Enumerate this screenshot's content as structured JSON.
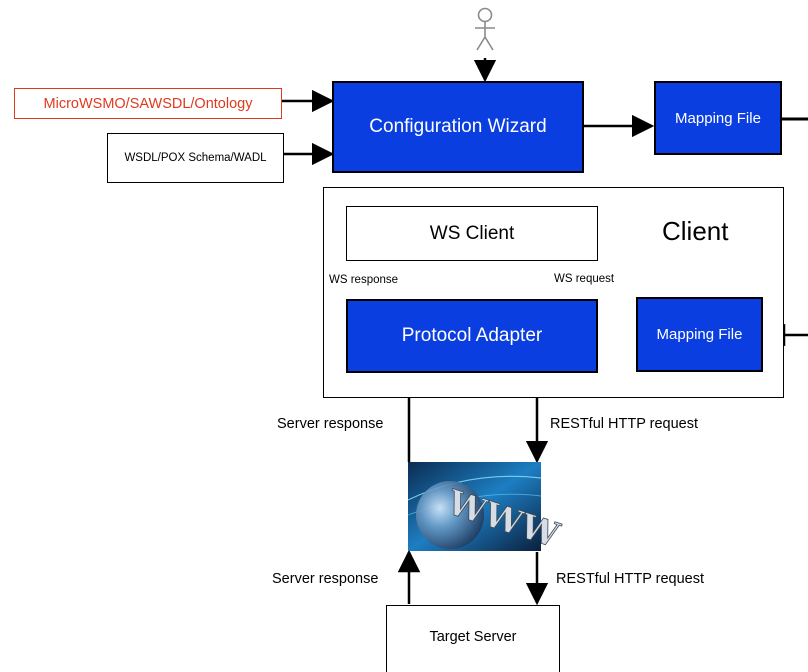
{
  "inputs": {
    "semantic": "MicroWSMO/SAWSDL/Ontology",
    "schema": "WSDL/POX Schema/WADL"
  },
  "wizard": "Configuration Wizard",
  "mapping_top": "Mapping File",
  "client": {
    "title": "Client",
    "ws_client": "WS Client",
    "ws_response": "WS response",
    "ws_request": "WS request",
    "protocol_adapter": "Protocol Adapter",
    "mapping_file": "Mapping File"
  },
  "server_response_upper": "Server response",
  "restful_request_upper": "RESTful HTTP request",
  "www_image": "WWW",
  "server_response_lower": "Server response",
  "restful_request_lower": "RESTful HTTP request",
  "target_server": "Target Server",
  "colors": {
    "box_blue": "#0a3ee0",
    "semantic_red": "#e03a1e"
  }
}
